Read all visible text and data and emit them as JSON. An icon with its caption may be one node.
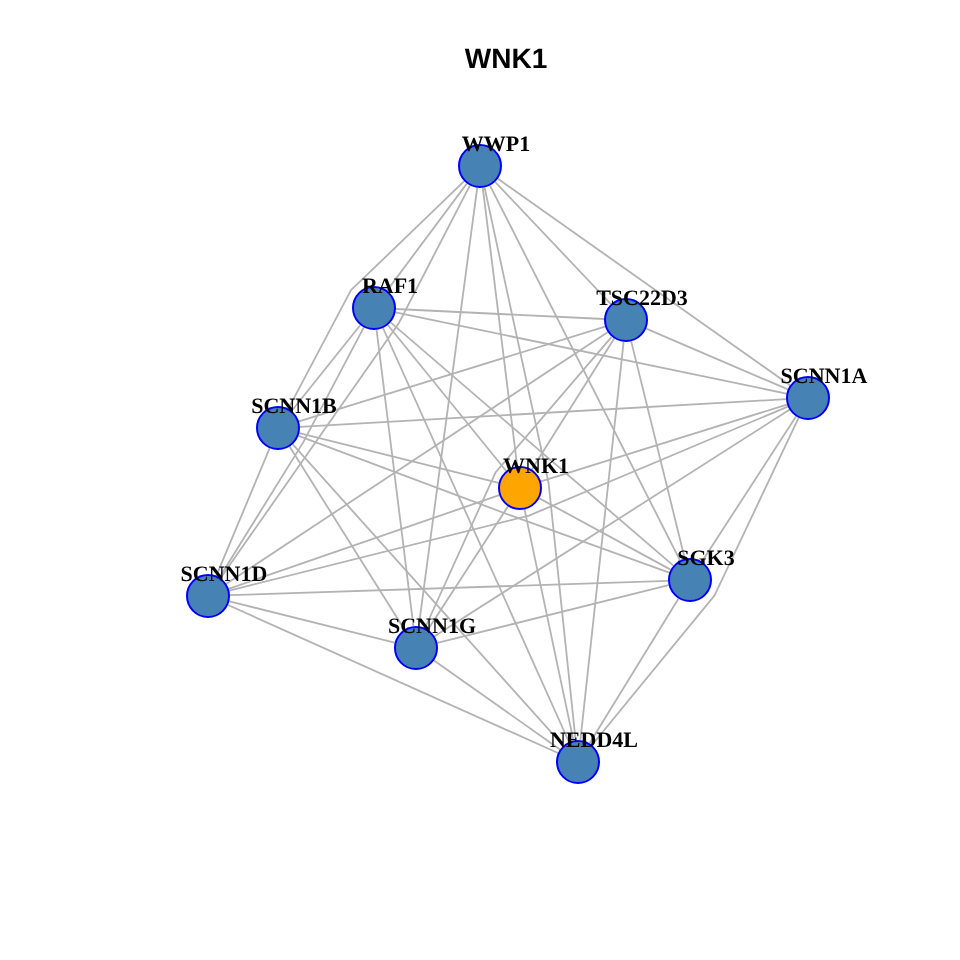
{
  "diagram": {
    "title": "WNK1",
    "nodes": [
      {
        "text": [],
        "shape": "circle",
        "beside": [
          "WWP1"
        ]
      },
      {
        "text": [],
        "shape": "circle",
        "beside": [
          "RAF1"
        ]
      },
      {
        "text": [],
        "shape": "circle",
        "beside": [
          "TSC22D3"
        ]
      },
      {
        "text": [],
        "shape": "circle",
        "beside": [
          "SCNN1A"
        ]
      },
      {
        "text": [],
        "shape": "circle",
        "beside": [
          "SCNN1B"
        ]
      },
      {
        "text": [],
        "shape": "circle",
        "beside": [
          "WNK1"
        ]
      },
      {
        "text": [],
        "shape": "circle",
        "beside": [
          "SGK3"
        ]
      },
      {
        "text": [],
        "shape": "circle",
        "beside": [
          "SCNN1D"
        ]
      },
      {
        "text": [],
        "shape": "circle",
        "beside": [
          "SCNN1G"
        ]
      },
      {
        "text": [],
        "shape": "circle",
        "beside": [
          "NEDD4L"
        ]
      }
    ],
    "edges": [
      {
        "from": 0,
        "to": 1,
        "arrow": "none"
      },
      {
        "from": 0,
        "to": 2,
        "arrow": "none"
      },
      {
        "from": 0,
        "to": 3,
        "arrow": "none"
      },
      {
        "from": 0,
        "to": 4,
        "arrow": "none"
      },
      {
        "from": 0,
        "to": 5,
        "arrow": "none"
      },
      {
        "from": 0,
        "to": 6,
        "arrow": "none"
      },
      {
        "from": 0,
        "to": 7,
        "arrow": "none"
      },
      {
        "from": 0,
        "to": 8,
        "arrow": "none"
      },
      {
        "from": 0,
        "to": 9,
        "arrow": "none"
      },
      {
        "from": 1,
        "to": 2,
        "arrow": "none"
      },
      {
        "from": 1,
        "to": 3,
        "arrow": "none"
      },
      {
        "from": 1,
        "to": 4,
        "arrow": "none"
      },
      {
        "from": 1,
        "to": 5,
        "arrow": "none"
      },
      {
        "from": 1,
        "to": 6,
        "arrow": "none"
      },
      {
        "from": 1,
        "to": 7,
        "arrow": "none"
      },
      {
        "from": 1,
        "to": 8,
        "arrow": "none"
      },
      {
        "from": 1,
        "to": 9,
        "arrow": "none"
      },
      {
        "from": 2,
        "to": 3,
        "arrow": "none"
      },
      {
        "from": 2,
        "to": 4,
        "arrow": "none"
      },
      {
        "from": 2,
        "to": 5,
        "arrow": "none"
      },
      {
        "from": 2,
        "to": 6,
        "arrow": "none"
      },
      {
        "from": 2,
        "to": 7,
        "arrow": "none"
      },
      {
        "from": 2,
        "to": 8,
        "arrow": "none"
      },
      {
        "from": 2,
        "to": 9,
        "arrow": "none"
      },
      {
        "from": 3,
        "to": 4,
        "arrow": "none"
      },
      {
        "from": 3,
        "to": 5,
        "arrow": "none"
      },
      {
        "from": 3,
        "to": 6,
        "arrow": "none"
      },
      {
        "from": 3,
        "to": 7,
        "arrow": "none"
      },
      {
        "from": 3,
        "to": 8,
        "arrow": "none"
      },
      {
        "from": 3,
        "to": 9,
        "arrow": "none"
      },
      {
        "from": 4,
        "to": 5,
        "arrow": "none"
      },
      {
        "from": 4,
        "to": 6,
        "arrow": "none"
      },
      {
        "from": 4,
        "to": 7,
        "arrow": "none"
      },
      {
        "from": 4,
        "to": 8,
        "arrow": "none"
      },
      {
        "from": 4,
        "to": 9,
        "arrow": "none"
      },
      {
        "from": 5,
        "to": 6,
        "arrow": "none"
      },
      {
        "from": 5,
        "to": 7,
        "arrow": "none"
      },
      {
        "from": 5,
        "to": 8,
        "arrow": "none"
      },
      {
        "from": 5,
        "to": 9,
        "arrow": "none"
      },
      {
        "from": 6,
        "to": 7,
        "arrow": "none"
      },
      {
        "from": 6,
        "to": 8,
        "arrow": "none"
      },
      {
        "from": 6,
        "to": 9,
        "arrow": "none"
      },
      {
        "from": 7,
        "to": 8,
        "arrow": "none"
      },
      {
        "from": 7,
        "to": 9,
        "arrow": "none"
      },
      {
        "from": 8,
        "to": 9,
        "arrow": "none"
      }
    ]
  }
}
